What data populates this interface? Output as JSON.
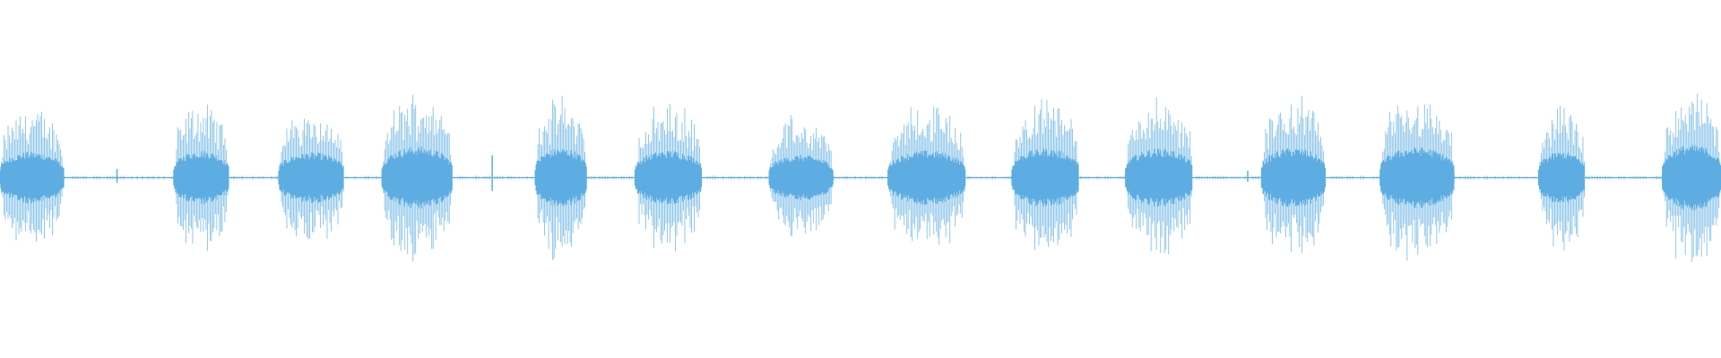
{
  "waveform": {
    "color": "#5DADE2",
    "background": "#ffffff",
    "segments": [
      {
        "start": 0.0,
        "end": 0.037,
        "amp": 0.4
      },
      {
        "start": 0.101,
        "end": 0.133,
        "amp": 0.42
      },
      {
        "start": 0.162,
        "end": 0.2,
        "amp": 0.39
      },
      {
        "start": 0.222,
        "end": 0.263,
        "amp": 0.48
      },
      {
        "start": 0.311,
        "end": 0.341,
        "amp": 0.46
      },
      {
        "start": 0.369,
        "end": 0.408,
        "amp": 0.42
      },
      {
        "start": 0.447,
        "end": 0.484,
        "amp": 0.35
      },
      {
        "start": 0.516,
        "end": 0.561,
        "amp": 0.42
      },
      {
        "start": 0.588,
        "end": 0.627,
        "amp": 0.45
      },
      {
        "start": 0.654,
        "end": 0.693,
        "amp": 0.45
      },
      {
        "start": 0.733,
        "end": 0.77,
        "amp": 0.46
      },
      {
        "start": 0.802,
        "end": 0.845,
        "amp": 0.47
      },
      {
        "start": 0.894,
        "end": 0.921,
        "amp": 0.4
      },
      {
        "start": 0.966,
        "end": 1.0,
        "amp": 0.51
      }
    ],
    "clicks": [
      {
        "pos": 0.068,
        "amp": 0.05
      },
      {
        "pos": 0.286,
        "amp": 0.13
      },
      {
        "pos": 0.725,
        "amp": 0.04
      }
    ]
  }
}
